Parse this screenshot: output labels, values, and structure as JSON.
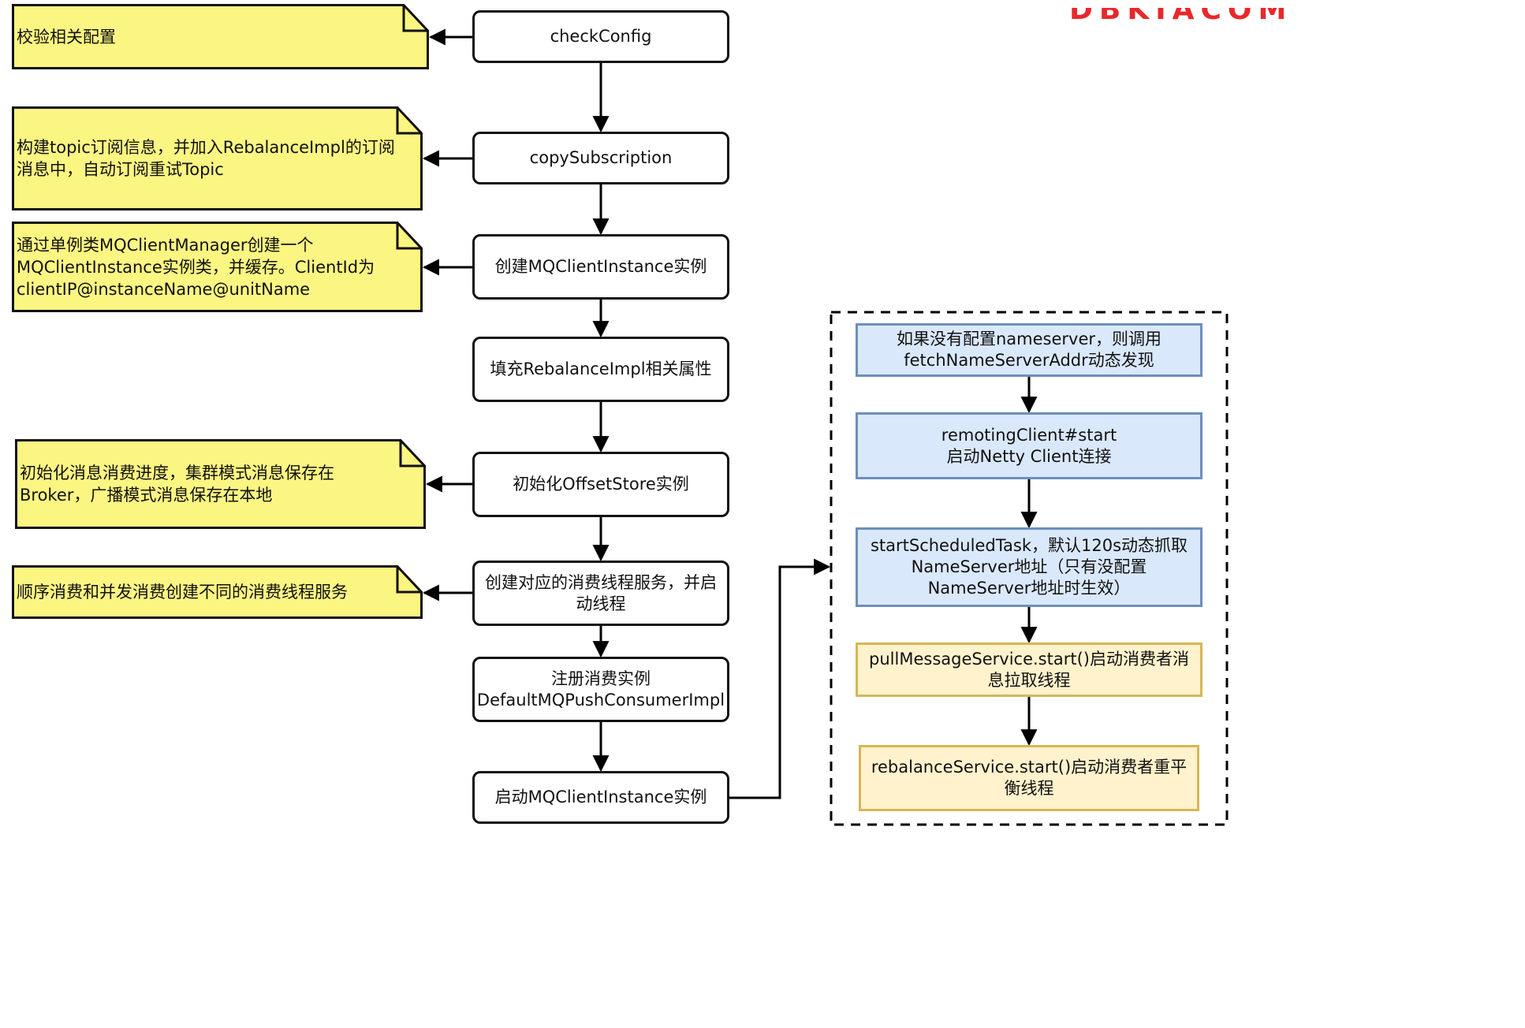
{
  "steps": [
    {
      "label": "checkConfig"
    },
    {
      "label": "copySubscription"
    },
    {
      "label": "创建MQClientInstance实例"
    },
    {
      "label": "填充RebalanceImpl相关属性"
    },
    {
      "label": "初始化OffsetStore实例"
    },
    {
      "label": "创建对应的消费线程服务，并启\n动线程"
    },
    {
      "label": "注册消费实例\nDefaultMQPushConsumerImpl"
    },
    {
      "label": "启动MQClientInstance实例"
    }
  ],
  "notes": [
    {
      "text": "校验相关配置"
    },
    {
      "text": "构建topic订阅信息，并加入RebalanceImpl的订阅\n消息中，自动订阅重试Topic"
    },
    {
      "text": "通过单例类MQClientManager创建一个\nMQClientInstance实例类，并缓存。ClientId为\nclientIP@instanceName@unitName"
    },
    {
      "text": "初始化消息消费进度，集群模式消息保存在\nBroker，广播模式消息保存在本地"
    },
    {
      "text": "顺序消费和并发消费创建不同的消费线程服务"
    }
  ],
  "detail_steps": [
    {
      "label": "如果没有配置nameserver，则调用\nfetchNameServerAddr动态发现"
    },
    {
      "label": "remotingClient#start\n启动Netty Client连接"
    },
    {
      "label": "startScheduledTask，默认120s动态抓取\nNameServer地址（只有没配置\nNameServer地址时生效）"
    },
    {
      "label": "pullMessageService.start()启动消费者消\n息拉取线程"
    },
    {
      "label": "rebalanceService.start()启动消费者重平\n衡线程"
    }
  ],
  "colors": {
    "note_fill": "#fbf582",
    "blue_fill": "#dae8fc",
    "blue_stroke": "#6c8ebf",
    "yellow_fill": "#fff2cc",
    "yellow_stroke": "#d6b656"
  }
}
